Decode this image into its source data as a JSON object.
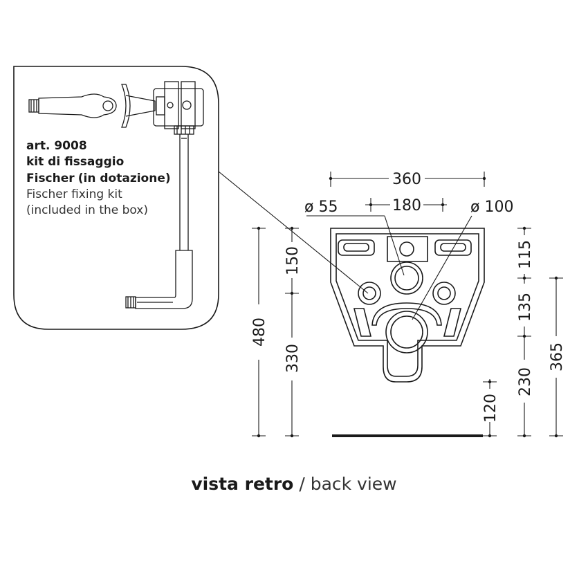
{
  "kit": {
    "article": "art. 9008",
    "name_it_1": "kit di fissaggio",
    "name_it_2_bold": "Fischer",
    "name_it_2_rest": "(in dotazione)",
    "name_en_1": "Fischer fixing kit",
    "name_en_2": "(included in the box)"
  },
  "dimensions": {
    "width_total": "360",
    "hole_spacing": "180",
    "dia_small": "ø 55",
    "dia_large": "ø 100",
    "height_total": "480",
    "upper_150": "150",
    "lower_330": "330",
    "right_115": "115",
    "right_135": "135",
    "right_230": "230",
    "right_365": "365",
    "floor_120": "120"
  },
  "caption": {
    "it": "vista retro",
    "sep": "/",
    "en": "back view"
  }
}
